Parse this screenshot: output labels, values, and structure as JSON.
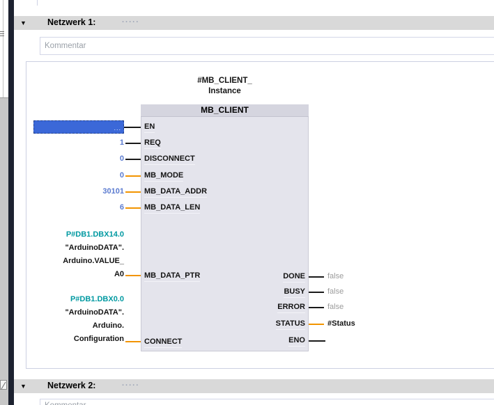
{
  "colors": {
    "header_gray": "#d9d9d9",
    "block_body": "#e4e4ec",
    "block_header": "#d5d5df",
    "wire_black": "#1a1a1a",
    "wire_orange": "#f29400",
    "value_blue": "#5b7bd0",
    "pointer_teal": "#0099a1",
    "selection_blue": "#3b68d8",
    "false_gray": "#9c9c9c"
  },
  "networks": {
    "n1": {
      "title": "Netzwerk 1:",
      "placeholder": ".....",
      "comment": "Kommentar"
    },
    "n2": {
      "title": "Netzwerk 2:",
      "placeholder": ".....",
      "comment": "Kommentar"
    }
  },
  "block": {
    "instance_title": {
      "line1": "#MB_CLIENT_",
      "line2": "Instance"
    },
    "name": "MB_CLIENT",
    "inputs": [
      {
        "name": "EN",
        "value": "..."
      },
      {
        "name": "REQ",
        "value": "1"
      },
      {
        "name": "DISCONNECT",
        "value": "0"
      },
      {
        "name": "MB_MODE",
        "value": "0"
      },
      {
        "name": "MB_DATA_ADDR",
        "value": "30101"
      },
      {
        "name": "MB_DATA_LEN",
        "value": "6"
      },
      {
        "name": "MB_DATA_PTR",
        "pointer": "P#DB1.DBX14.0",
        "operand": {
          "l1": "\"ArduinoDATA\".",
          "l2": "Arduino.VALUE_",
          "l3": "A0"
        }
      },
      {
        "name": "CONNECT",
        "pointer": "P#DB1.DBX0.0",
        "operand": {
          "l1": "\"ArduinoDATA\".",
          "l2": "Arduino.",
          "l3": "Configuration"
        }
      }
    ],
    "outputs": [
      {
        "name": "DONE",
        "value": "false"
      },
      {
        "name": "BUSY",
        "value": "false"
      },
      {
        "name": "ERROR",
        "value": "false"
      },
      {
        "name": "STATUS",
        "value": "#Status"
      },
      {
        "name": "ENO",
        "value": ""
      }
    ]
  }
}
